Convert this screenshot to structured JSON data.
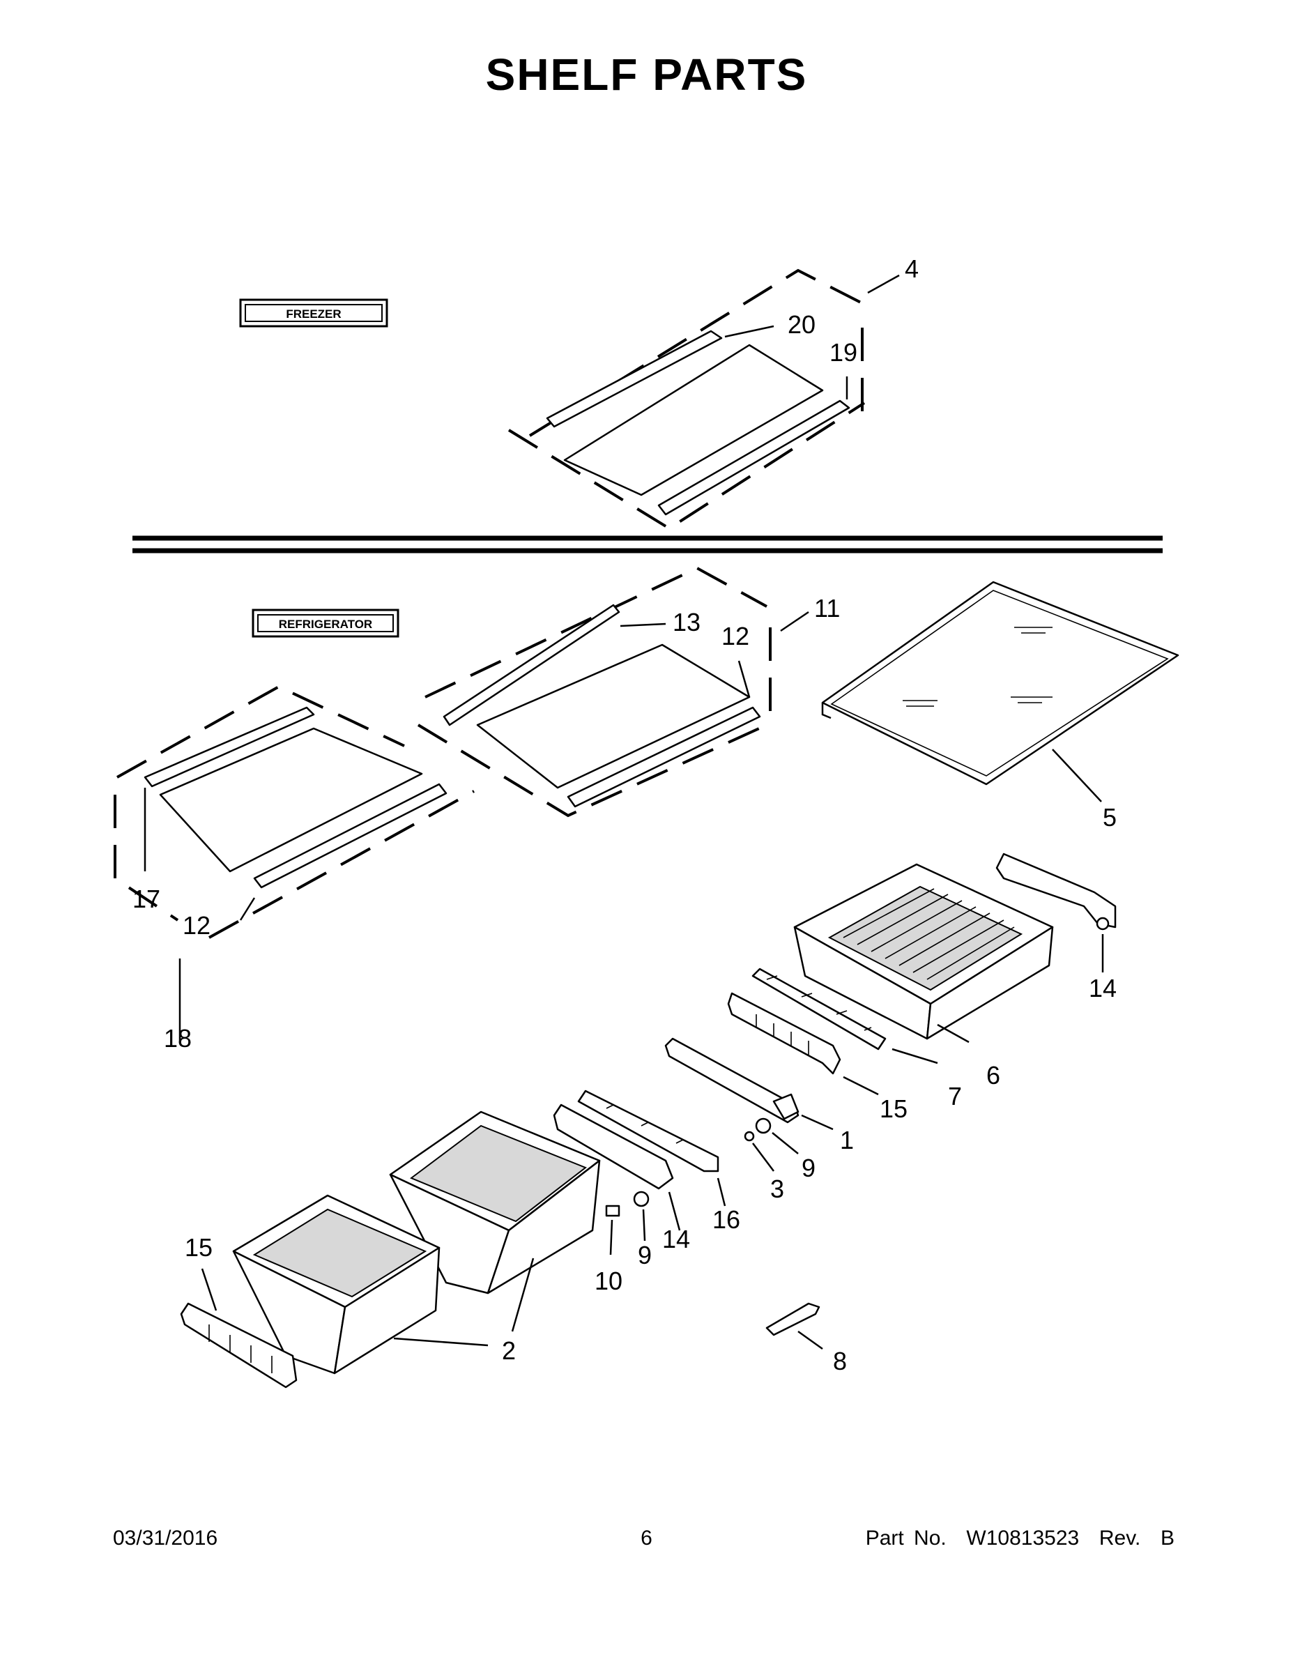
{
  "title": "SHELF PARTS",
  "sections": {
    "freezer_label": "FREEZER",
    "refrigerator_label": "REFRIGERATOR"
  },
  "callouts": {
    "c4": "4",
    "c20": "20",
    "c19": "19",
    "c11": "11",
    "c13": "13",
    "c12a": "12",
    "c12b": "12",
    "c17": "17",
    "c18": "18",
    "c5": "5",
    "c14a": "14",
    "c6": "6",
    "c7": "7",
    "c15a": "15",
    "c1": "1",
    "c9a": "9",
    "c3": "3",
    "c16": "16",
    "c14b": "14",
    "c9b": "9",
    "c10": "10",
    "c15b": "15",
    "c2": "2",
    "c8": "8"
  },
  "footer": {
    "date": "03/31/2016",
    "page": "6",
    "part_no": "Part No.  W10813523  Rev.  B"
  }
}
